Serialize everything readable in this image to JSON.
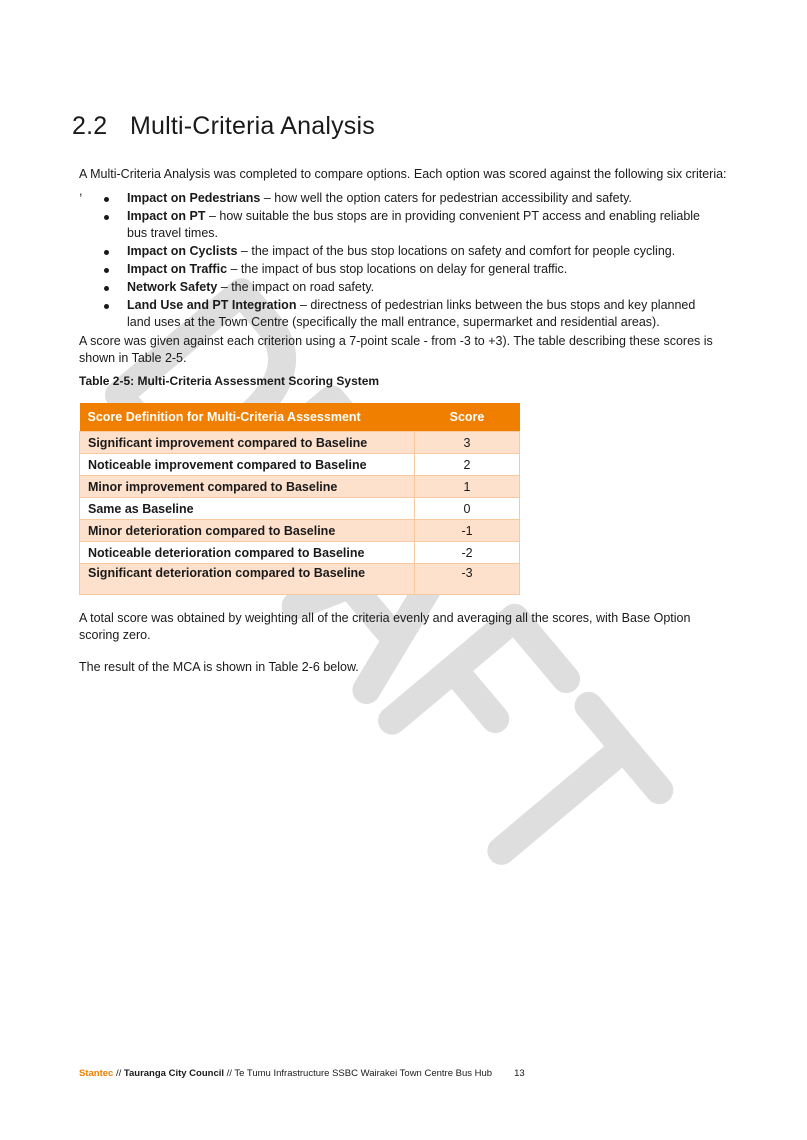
{
  "section": {
    "number": "2.2",
    "title": "Multi-Criteria Analysis"
  },
  "intro": "A Multi-Criteria Analysis was completed to compare options. Each option was scored against the following six criteria: ,",
  "criteria": [
    {
      "term": "Impact on Pedestrians",
      "desc": " – how well the option caters for pedestrian accessibility and safety."
    },
    {
      "term": "Impact on PT",
      "desc": " – how suitable the bus stops are in providing convenient PT access and enabling reliable bus travel times."
    },
    {
      "term": "Impact on Cyclists",
      "desc": " – the impact of the bus stop locations on safety and comfort for people cycling."
    },
    {
      "term": "Impact on Traffic",
      "desc": " – the impact of bus stop locations on delay for general traffic."
    },
    {
      "term": "Network Safety",
      "desc": " – the impact on road safety."
    },
    {
      "term": "Land Use and PT Integration",
      "desc": " – directness of pedestrian links between the bus stops and key planned land uses at the Town Centre (specifically the mall entrance, supermarket and residential areas)."
    }
  ],
  "scale_text": "A score was given against each criterion using a 7-point scale -  from -3 to +3). The table describing these scores is shown in Table 2-5.",
  "table": {
    "caption": "Table 2-5: Multi-Criteria Assessment Scoring System",
    "headers": [
      "Score Definition for Multi-Criteria Assessment",
      "Score"
    ],
    "rows": [
      {
        "definition": "Significant improvement compared to Baseline",
        "score": "3"
      },
      {
        "definition": "Noticeable improvement compared to Baseline",
        "score": "2"
      },
      {
        "definition": "Minor improvement compared to Baseline",
        "score": "1"
      },
      {
        "definition": "Same as Baseline",
        "score": "0"
      },
      {
        "definition": "Minor deterioration compared to Baseline",
        "score": "-1"
      },
      {
        "definition": "Noticeable deterioration compared to Baseline",
        "score": "-2"
      },
      {
        "definition": "Significant deterioration compared to Baseline",
        "score": "-3"
      }
    ]
  },
  "total_text": "A total score was obtained by weighting all of the criteria evenly and averaging all the scores, with Base Option scoring zero.",
  "result_text": "The result of the MCA is shown in Table 2-6 below.",
  "watermark_text": "DRAFT",
  "footer": {
    "brand": "Stantec",
    "sep1": " // ",
    "client": "Tauranga City Council",
    "rest": " // Te Tumu Infrastructure SSBC Wairakei Town Centre Bus Hub",
    "page": "13"
  },
  "colors": {
    "accent": "#f07f00",
    "row_shade": "#fde1cc",
    "watermark": "#dcdcdc"
  }
}
